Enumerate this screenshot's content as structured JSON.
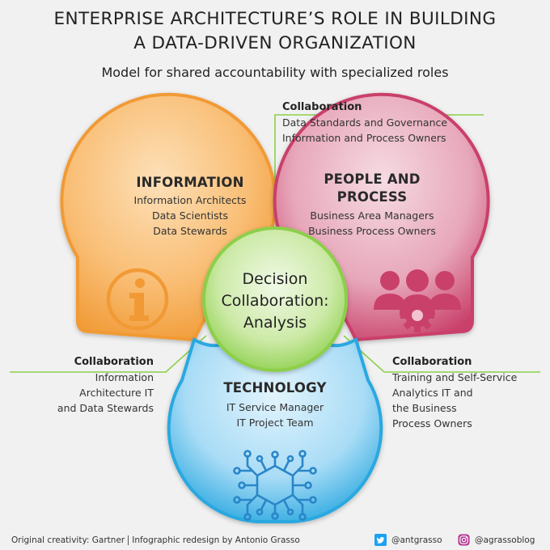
{
  "header": {
    "title_line1": "ENTERPRISE ARCHITECTURE’S ROLE IN BUILDING",
    "title_line2": "A DATA-DRIVEN ORGANIZATION",
    "subtitle": "Model for shared accountability with specialized roles"
  },
  "petals": {
    "information": {
      "title": "INFORMATION",
      "lines": [
        "Information Architects",
        "Data Scientists",
        "Data Stewards"
      ],
      "color": "#f4a040",
      "icon": "info-icon"
    },
    "people_process": {
      "title_line1": "PEOPLE AND",
      "title_line2": "PROCESS",
      "lines": [
        "Business Area Managers",
        "Business Process Owners"
      ],
      "color": "#c8406a",
      "icon": "people-gear-icon"
    },
    "technology": {
      "title": "TECHNOLOGY",
      "lines": [
        "IT Service Manager",
        "IT Project Team"
      ],
      "color": "#2aa8e0",
      "icon": "circuit-hexagon-icon"
    }
  },
  "center": {
    "line1": "Decision",
    "line2": "Collaboration:",
    "line3": "Analysis",
    "color": "#8ccf4a"
  },
  "collaborations": {
    "top": {
      "heading": "Collaboration",
      "lines": [
        "Data Standards and Governance",
        "Information and Process Owners"
      ]
    },
    "left": {
      "heading": "Collaboration",
      "lines": [
        "Information",
        "Architecture IT",
        "and Data Stewards"
      ]
    },
    "right": {
      "heading": "Collaboration",
      "lines": [
        "Training and Self-Service",
        "Analytics IT and",
        "the Business",
        "Process Owners"
      ]
    }
  },
  "footer": {
    "credit_original": "Original creativity: Gartner",
    "credit_redesign": "Infographic redesign by Antonio Grasso",
    "twitter_handle": "@antgrasso",
    "instagram_handle": "@agrassoblog",
    "twitter_icon": "twitter-icon",
    "instagram_icon": "instagram-icon"
  }
}
